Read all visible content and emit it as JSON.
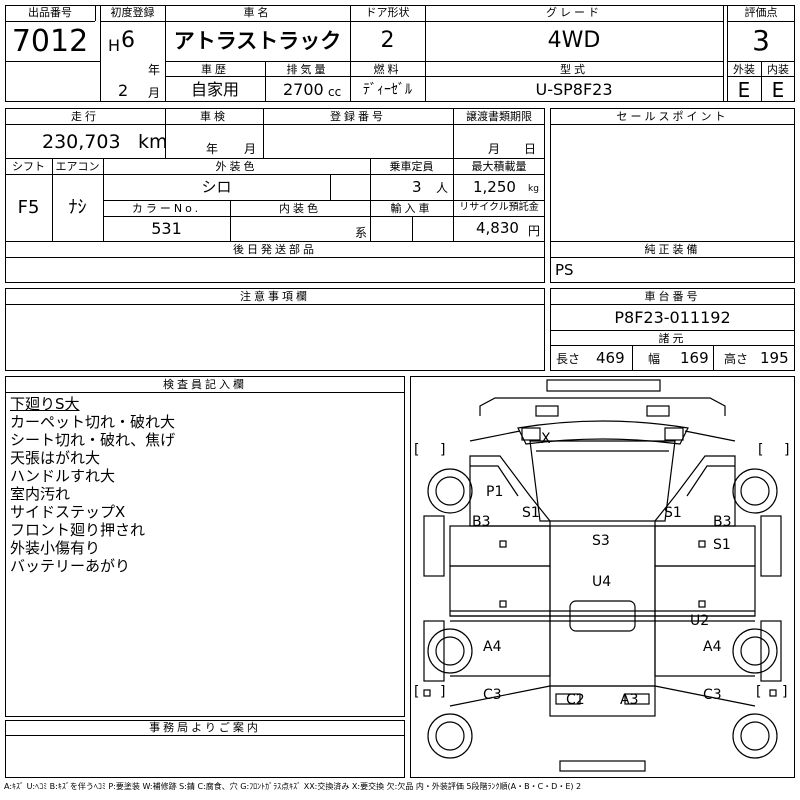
{
  "top": {
    "lot_label": "出品番号",
    "lot_value": "7012",
    "first_reg_label": "初度登録",
    "era": "H",
    "year_value": "6",
    "year_unit": "年",
    "month_value": "2",
    "month_unit": "月",
    "car_name_label": "車名",
    "car_name_value": "アトラストラック",
    "door_label": "ドア形状",
    "door_value": "2",
    "grade_label": "グレード",
    "grade_value": "4WD",
    "score_label": "評価点",
    "score_value": "3",
    "history_label": "車歴",
    "history_value": "自家用",
    "displacement_label": "排気量",
    "displacement_value": "2700",
    "displacement_unit": "cc",
    "fuel_label": "燃料",
    "fuel_value": "ﾃﾞｨｰｾﾞﾙ",
    "model_label": "型式",
    "model_value": "U-SP8F23",
    "exterior_label": "外装",
    "exterior_value": "E",
    "interior_label": "内装",
    "interior_value": "E"
  },
  "mid": {
    "mileage_label": "走行",
    "mileage_value": "230,703",
    "mileage_unit": "km",
    "inspection_label": "車検",
    "inspection_year_unit": "年",
    "inspection_month_unit": "月",
    "reg_no_label": "登録番号",
    "transfer_label": "譲渡書類期限",
    "transfer_month_unit": "月",
    "transfer_day_unit": "日",
    "shift_label": "シフト",
    "shift_value": "F5",
    "ac_label": "エアコン",
    "ac_value": "ﾅｼ",
    "ext_color_label": "外装色",
    "ext_color_value": "シロ",
    "seats_label": "乗車定員",
    "seats_value": "3",
    "seats_unit": "人",
    "load_label": "最大積載量",
    "load_value": "1,250",
    "load_unit": "kg",
    "color_no_label": "カラーNo.",
    "color_no_value": "531",
    "int_color_label": "内装色",
    "int_color_unit": "系",
    "import_label": "輸入車",
    "recycle_label": "リサイクル預託金",
    "recycle_value": "4,830",
    "recycle_unit": "円",
    "later_parts_label": "後日発送部品",
    "genuine_label": "純正装備",
    "genuine_value": "PS",
    "sales_label": "セールスポイント",
    "notes_label": "注意事項欄",
    "chassis_label": "車台番号",
    "chassis_value": "P8F23-011192",
    "specs_label": "諸元",
    "length_label": "長さ",
    "length_value": "469",
    "width_label": "幅",
    "width_value": "169",
    "height_label": "高さ",
    "height_value": "195"
  },
  "inspector": {
    "title": "検査員記入欄",
    "lines": [
      "下廻りS大",
      "カーペット切れ・破れ大",
      "シート切れ・破れ、焦げ",
      "天張はがれ大",
      "ハンドルすれ大",
      "室内汚れ",
      "サイドステップX",
      "フロント廻り押され",
      "外装小傷有り",
      "バッテリーあがり"
    ]
  },
  "office": {
    "title": "事務局よりご案内"
  },
  "diagram": {
    "labels": {
      "x": "X",
      "p1": "P1",
      "b3_left": "B3",
      "s1_left": "S1",
      "s1_center_right": "S1",
      "b3_right": "B3",
      "s1_right": "S1",
      "s3": "S3",
      "u4": "U4",
      "u2": "U2",
      "a4_left": "A4",
      "a4_right": "A4",
      "c3_left": "C3",
      "c2": "C2",
      "a3": "A3",
      "c3_right": "C3"
    },
    "bracket_open": "[",
    "bracket_close": "]"
  },
  "footer": {
    "legend": "A:ｷｽﾞ U:ﾍｺﾐ B:ｷｽﾞを伴うﾍｺﾐ P:要塗装 W:補修跡 S:錆 C:腐食、穴 G:ﾌﾛﾝﾄｶﾞﾗｽ点ｷｽﾞ XX:交換済み X:要交換 欠:欠品 内・外装評価 5段階ﾗﾝｸ順(A・B・C・D・E) 2"
  }
}
